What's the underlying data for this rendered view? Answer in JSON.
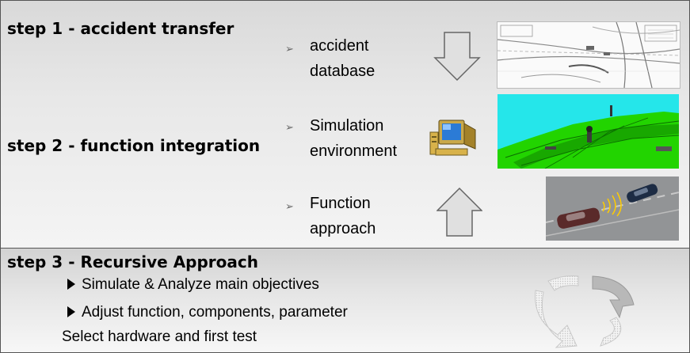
{
  "steps": [
    {
      "title": "step 1 - accident transfer"
    },
    {
      "title": "step 2 - function integration"
    },
    {
      "title": "step 3 - Recursive Approach"
    }
  ],
  "items": [
    {
      "bullet": "➢",
      "text": "accident\ndatabase"
    },
    {
      "bullet": "➢",
      "text": "Simulation\nenvironment"
    },
    {
      "bullet": "➢",
      "text": "Function\napproach"
    }
  ],
  "recursive": {
    "points": [
      "Simulate & Analyze main objectives",
      "Adjust function, components, parameter"
    ],
    "trailing": "Select hardware and first test"
  },
  "icons": {
    "down_arrow": "down-arrow-icon",
    "up_arrow": "up-arrow-icon",
    "computer": "computer-icon",
    "cycle": "recycle-arrows-icon"
  },
  "colors": {
    "arrow_fill": "#e0e0e0",
    "arrow_stroke": "#666666",
    "sim_green": "#22d400",
    "sim_cyan": "#25e6ea"
  }
}
